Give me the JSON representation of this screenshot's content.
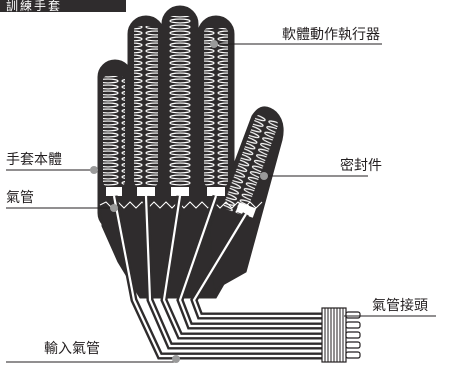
{
  "header": "訓練手套",
  "labels": {
    "actuator": "軟體動作執行器",
    "glove_body": "手套本體",
    "seal": "密封件",
    "air_tube": "氣管",
    "tube_connector": "氣管接頭",
    "input_tube": "輸入氣管"
  },
  "colors": {
    "glove": "#2f2c2d",
    "line": "#231f20",
    "tube": "#ffffff",
    "accent_dot": "#9a9a9a"
  }
}
